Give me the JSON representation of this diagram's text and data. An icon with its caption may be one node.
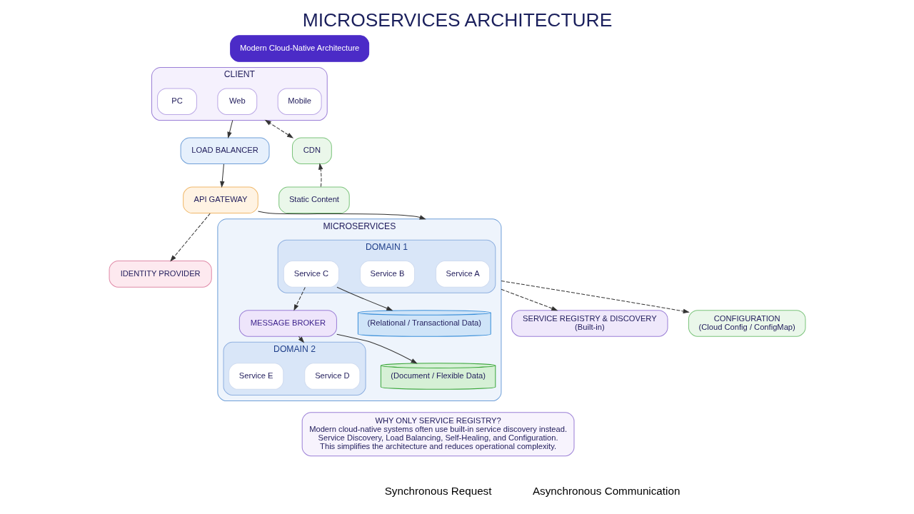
{
  "diagram": {
    "title": "MICROSERVICES ARCHITECTURE",
    "nodes": [
      {
        "text": [
          "Modern Cloud-Native Architecture"
        ]
      },
      {
        "text": [
          "CLIENT"
        ]
      },
      {
        "text": [
          "Web"
        ],
        "in": 1
      },
      {
        "text": [
          "Mobile"
        ],
        "in": 1
      },
      {
        "text": [
          "PC"
        ],
        "in": 1
      },
      {
        "text": [
          "CDN"
        ]
      },
      {
        "text": [
          "Static Content"
        ]
      },
      {
        "text": [
          "LOAD BALANCER"
        ]
      },
      {
        "text": [
          "API GATEWAY"
        ]
      },
      {
        "text": [
          "IDENTITY PROVIDER"
        ]
      },
      {
        "text": [
          "MICROSERVICES"
        ]
      },
      {
        "text": [
          "DOMAIN 1"
        ],
        "in": 10
      },
      {
        "text": [
          "Service A"
        ],
        "in": 11
      },
      {
        "text": [
          "Service B"
        ],
        "in": 11
      },
      {
        "text": [
          "Service C"
        ],
        "in": 11
      },
      {
        "text": [
          "DOMAIN 2"
        ],
        "in": 10
      },
      {
        "text": [
          "Service D"
        ],
        "in": 15
      },
      {
        "text": [
          "Service E"
        ],
        "in": 15
      },
      {
        "text": [
          "MESSAGE BROKER"
        ],
        "in": 10
      },
      {
        "text": [
          "(Relational / Transactional Data)"
        ],
        "in": 10
      },
      {
        "text": [
          "(Document / Flexible Data)"
        ],
        "in": 10
      },
      {
        "text": [
          "SERVICE REGISTRY & DISCOVERY",
          "(Built-in)"
        ]
      },
      {
        "text": [
          "CONFIGURATION",
          "(Cloud Config / ConfigMap)"
        ]
      },
      {
        "text": [
          "WHY ONLY SERVICE REGISTRY?",
          "Modern cloud-native systems often use built-in service discovery instead.",
          "Service Discovery, Load Balancing, Self-Healing, and Configuration.",
          "This simplifies the architecture and reduces operational complexity."
        ]
      }
    ],
    "edges": [
      {
        "from": 1,
        "to": 7,
        "arrow": "to"
      },
      {
        "from": 5,
        "to": 1,
        "arrow": "both",
        "style": "dashed"
      },
      {
        "from": 6,
        "to": 5,
        "arrow": "to",
        "style": "dashed"
      },
      {
        "from": 7,
        "to": 8,
        "arrow": "to"
      },
      {
        "from": 8,
        "to": 9,
        "arrow": "to",
        "style": "dashed"
      },
      {
        "from": 8,
        "to": 10,
        "arrow": "to"
      },
      {
        "from": 10,
        "to": 21,
        "arrow": "to",
        "style": "dashed"
      },
      {
        "from": 10,
        "to": 22,
        "arrow": "to",
        "style": "dashed"
      },
      {
        "from": 14,
        "to": 19,
        "arrow": "to"
      },
      {
        "from": 14,
        "to": 18,
        "arrow": "to",
        "style": "dashed"
      },
      {
        "from": 18,
        "to": 15,
        "arrow": "to",
        "style": "dashed"
      },
      {
        "from": 18,
        "to": 20,
        "arrow": "to"
      }
    ],
    "legend": [
      {
        "text": "Synchronous Request"
      },
      {
        "text": "Asynchronous Communication"
      }
    ]
  }
}
